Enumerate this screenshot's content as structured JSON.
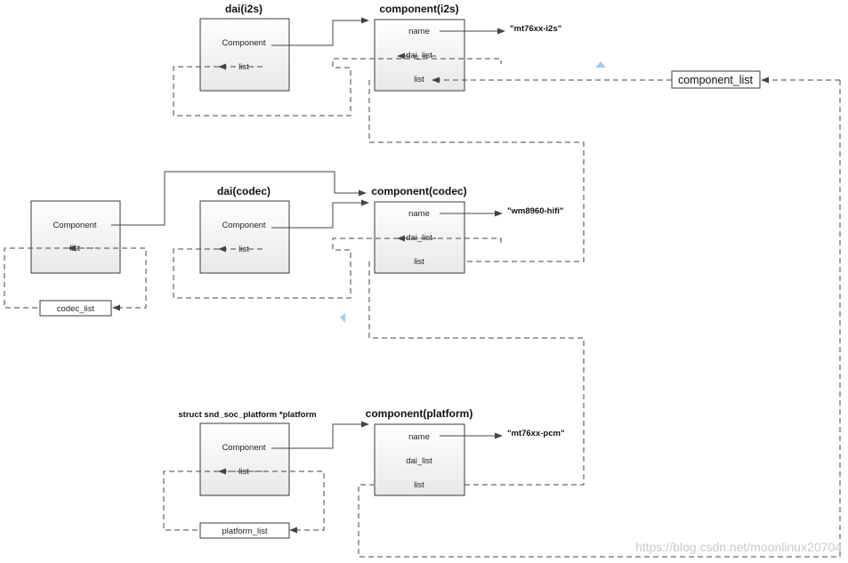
{
  "blocks": {
    "i2s": {
      "dai_title": "dai(i2s)",
      "component_title": "component(i2s)",
      "dai_component": "Component",
      "dai_list": "list",
      "comp_name": "name",
      "comp_dai_list": "dai_list",
      "comp_list": "list",
      "name_value": "\"mt76xx-i2s\""
    },
    "codec": {
      "dai_title": "dai(codec)",
      "component_title": "component(codec)",
      "dai_component": "Component",
      "dai_list": "list",
      "comp_name": "name",
      "comp_dai_list": "dai_list",
      "comp_list": "list",
      "name_value": "\"wm8960-hifi\"",
      "codec_component": "Component",
      "codec_list_item": "list",
      "codec_list": "codec_list"
    },
    "platform": {
      "struct_title": "struct snd_soc_platform *platform",
      "component_title": "component(platform)",
      "struct_component": "Component",
      "struct_list": "list",
      "comp_name": "name",
      "comp_dai_list": "dai_list",
      "comp_list": "list",
      "name_value": "\"mt76xx-pcm\"",
      "platform_list": "platform_list"
    }
  },
  "component_list": "component_list",
  "watermark": "https://blog.csdn.net/moonlinux20704"
}
